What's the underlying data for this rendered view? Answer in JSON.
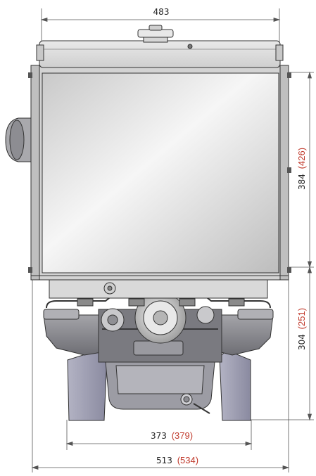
{
  "dimensions": {
    "top_width": {
      "value": "483"
    },
    "upper_height": {
      "value": "384",
      "alt": "(426)"
    },
    "lower_height": {
      "value": "304",
      "alt": "(251)"
    },
    "base_width": {
      "value": "373",
      "alt": "(379)"
    },
    "overall_width": {
      "value": "513",
      "alt": "(534)"
    }
  },
  "colors": {
    "alt_value": "#c0392b",
    "line": "#333333",
    "dim_line": "#555555",
    "radiator_light": "#f4f4f4",
    "radiator_dark": "#b8b8b8",
    "engine_body": "#8e8e93",
    "engine_dark": "#5c5c62",
    "feet": "#9a9ab0"
  }
}
